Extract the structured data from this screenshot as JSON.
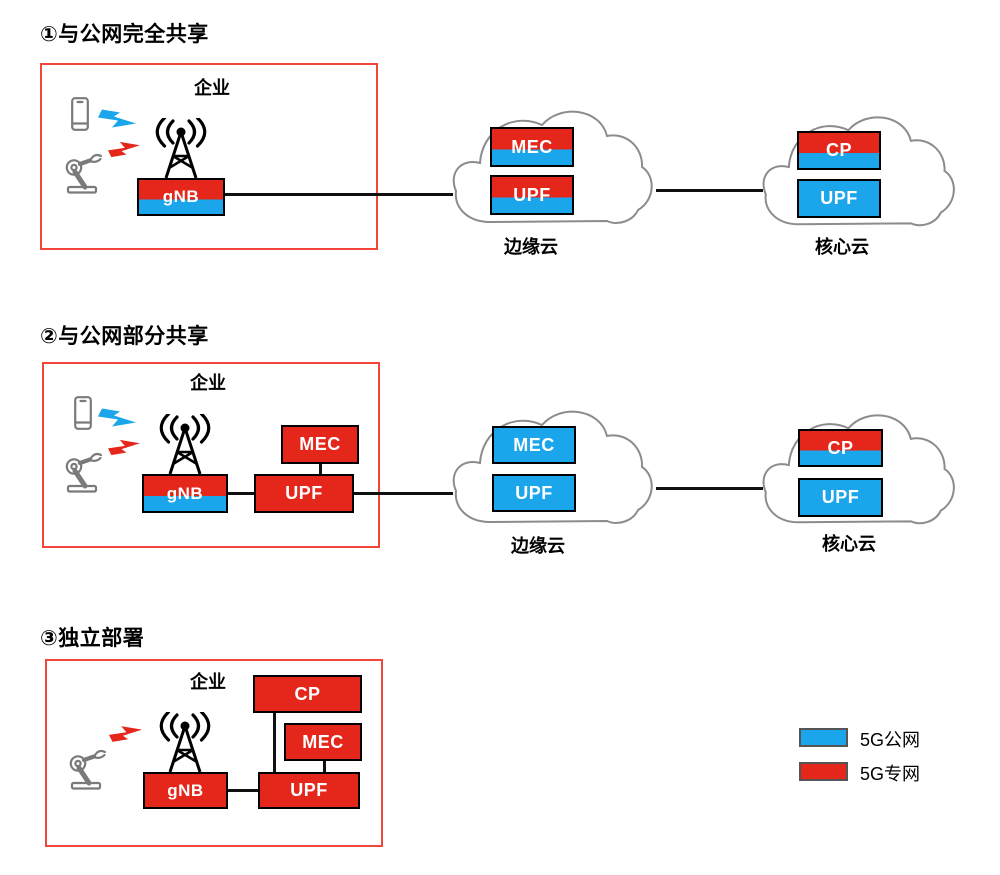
{
  "colors": {
    "public_network_blue": "#1BA6EC",
    "private_network_red": "#E5261B",
    "enterprise_border_red": "#F4453A",
    "cloud_outline_gray": "#8C8C8C",
    "line_black": "#111111"
  },
  "sections": [
    {
      "title": "①与公网完全共享",
      "enterprise": {
        "label": "企业",
        "gnb": "gNB"
      },
      "edge_cloud": {
        "label": "边缘云",
        "mec": "MEC",
        "upf": "UPF"
      },
      "core_cloud": {
        "label": "核心云",
        "cp": "CP",
        "upf": "UPF"
      }
    },
    {
      "title": "②与公网部分共享",
      "enterprise": {
        "label": "企业",
        "gnb": "gNB",
        "mec": "MEC",
        "upf": "UPF"
      },
      "edge_cloud": {
        "label": "边缘云",
        "mec": "MEC",
        "upf": "UPF"
      },
      "core_cloud": {
        "label": "核心云",
        "cp": "CP",
        "upf": "UPF"
      }
    },
    {
      "title": "③独立部署",
      "enterprise": {
        "label": "企业",
        "gnb": "gNB",
        "cp": "CP",
        "mec": "MEC",
        "upf": "UPF"
      }
    }
  ],
  "legend": {
    "items": [
      {
        "label": "5G公网",
        "color": "#1BA6EC"
      },
      {
        "label": "5G专网",
        "color": "#E5261B"
      }
    ]
  }
}
